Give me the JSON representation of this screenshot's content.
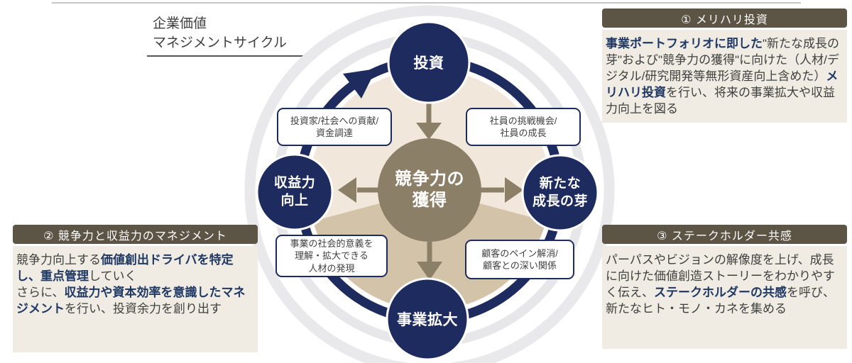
{
  "title": {
    "text": "企業価値\nマネジメントサイクル"
  },
  "colors": {
    "navy": "#1e2b5e",
    "taupe": "#8c7f68",
    "background_circle_beige": "#f1e8db",
    "bottom_fan_tan": "#d3c3a9",
    "decorative_ring_gray": "#e7e7e9",
    "panel_header_bg": "#5c5445",
    "panel_body_bg": "#f0ece3",
    "emphasis_text_navy": "#1f3864",
    "body_text": "#3f3f3f"
  },
  "diagram": {
    "center_circle": {
      "label": "競争力の\n獲得"
    },
    "nodes": {
      "invest": {
        "label": "投資"
      },
      "profit": {
        "label": "収益力\n向上"
      },
      "growth": {
        "label": "新たな\n成長の芽"
      },
      "expand": {
        "label": "事業拡大"
      }
    },
    "labels": {
      "nw": {
        "text": "投資家/社会への貢献/\n資金調達"
      },
      "ne": {
        "text": "社員の挑戦機会/\n社員の成長"
      },
      "sw": {
        "text": "事業の社会的意義を\n理解・拡大できる\n人材の発現"
      },
      "se": {
        "text": "顧客のペイン解消/\n顧客との深い関係"
      }
    }
  },
  "panels": [
    {
      "header": "① メリハリ投資",
      "segments": [
        {
          "t": "事業ポートフォリオに即した",
          "b": true
        },
        {
          "t": "\"新たな成長の芽\"および\"競争力の獲得\"に向けた（人材/デジタル/研究開発等無形資産向上含めた）"
        },
        {
          "t": "メリハリ投資",
          "b": true
        },
        {
          "t": "を行い、将来の事業拡大や収益力向上を図る"
        }
      ]
    },
    {
      "header": "② 競争力と収益力のマネジメント",
      "segments": [
        {
          "t": "競争力向上する"
        },
        {
          "t": "価値創出ドライバを特定し、重点管理",
          "b": true
        },
        {
          "t": "していく\nさらに、"
        },
        {
          "t": "収益力や資本効率を意識したマネジメント",
          "b": true
        },
        {
          "t": "を行い、投資余力を創り出す"
        }
      ]
    },
    {
      "header": "③ ステークホルダー共感",
      "segments": [
        {
          "t": "パーパスやビジョンの解像度を上げ、成長に向けた価値創造ストーリーをわかりやすく伝え、"
        },
        {
          "t": "ステークホルダーの共感",
          "b": true
        },
        {
          "t": "を呼び、新たなヒト・モノ・カネを集める"
        }
      ]
    }
  ]
}
